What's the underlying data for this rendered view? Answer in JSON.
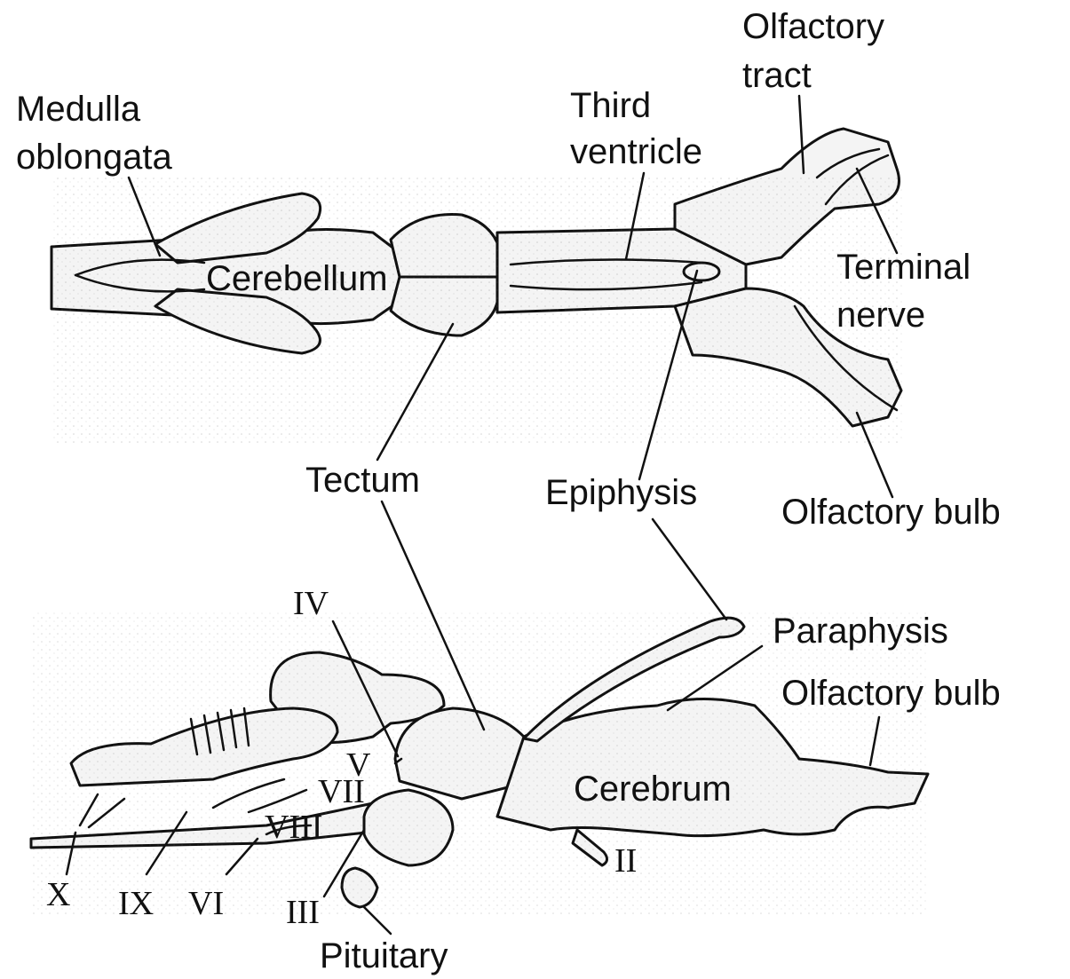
{
  "dorsal_view": {
    "labels": {
      "medulla_line1": "Medulla",
      "medulla_line2": "oblongata",
      "cerebellum": "Cerebellum",
      "third_ventricle_line1": "Third",
      "third_ventricle_line2": "ventricle",
      "olfactory_tract_line1": "Olfactory",
      "olfactory_tract_line2": "tract",
      "terminal_nerve_line1": "Terminal",
      "terminal_nerve_line2": "nerve",
      "olfactory_bulb": "Olfactory bulb",
      "tectum": "Tectum",
      "epiphysis": "Epiphysis"
    }
  },
  "lateral_view": {
    "labels": {
      "paraphysis": "Paraphysis",
      "olfactory_bulb": "Olfactory bulb",
      "cerebrum": "Cerebrum",
      "pituitary": "Pituitary"
    },
    "cranial_nerves": {
      "iv": "IV",
      "v": "V",
      "vii": "VII",
      "viii": "VIII",
      "iii": "III",
      "ii": "II",
      "x": "X",
      "ix": "IX",
      "vi": "VI"
    }
  },
  "colors": {
    "ink": "#111111",
    "tissue": "#f4f4f4"
  }
}
